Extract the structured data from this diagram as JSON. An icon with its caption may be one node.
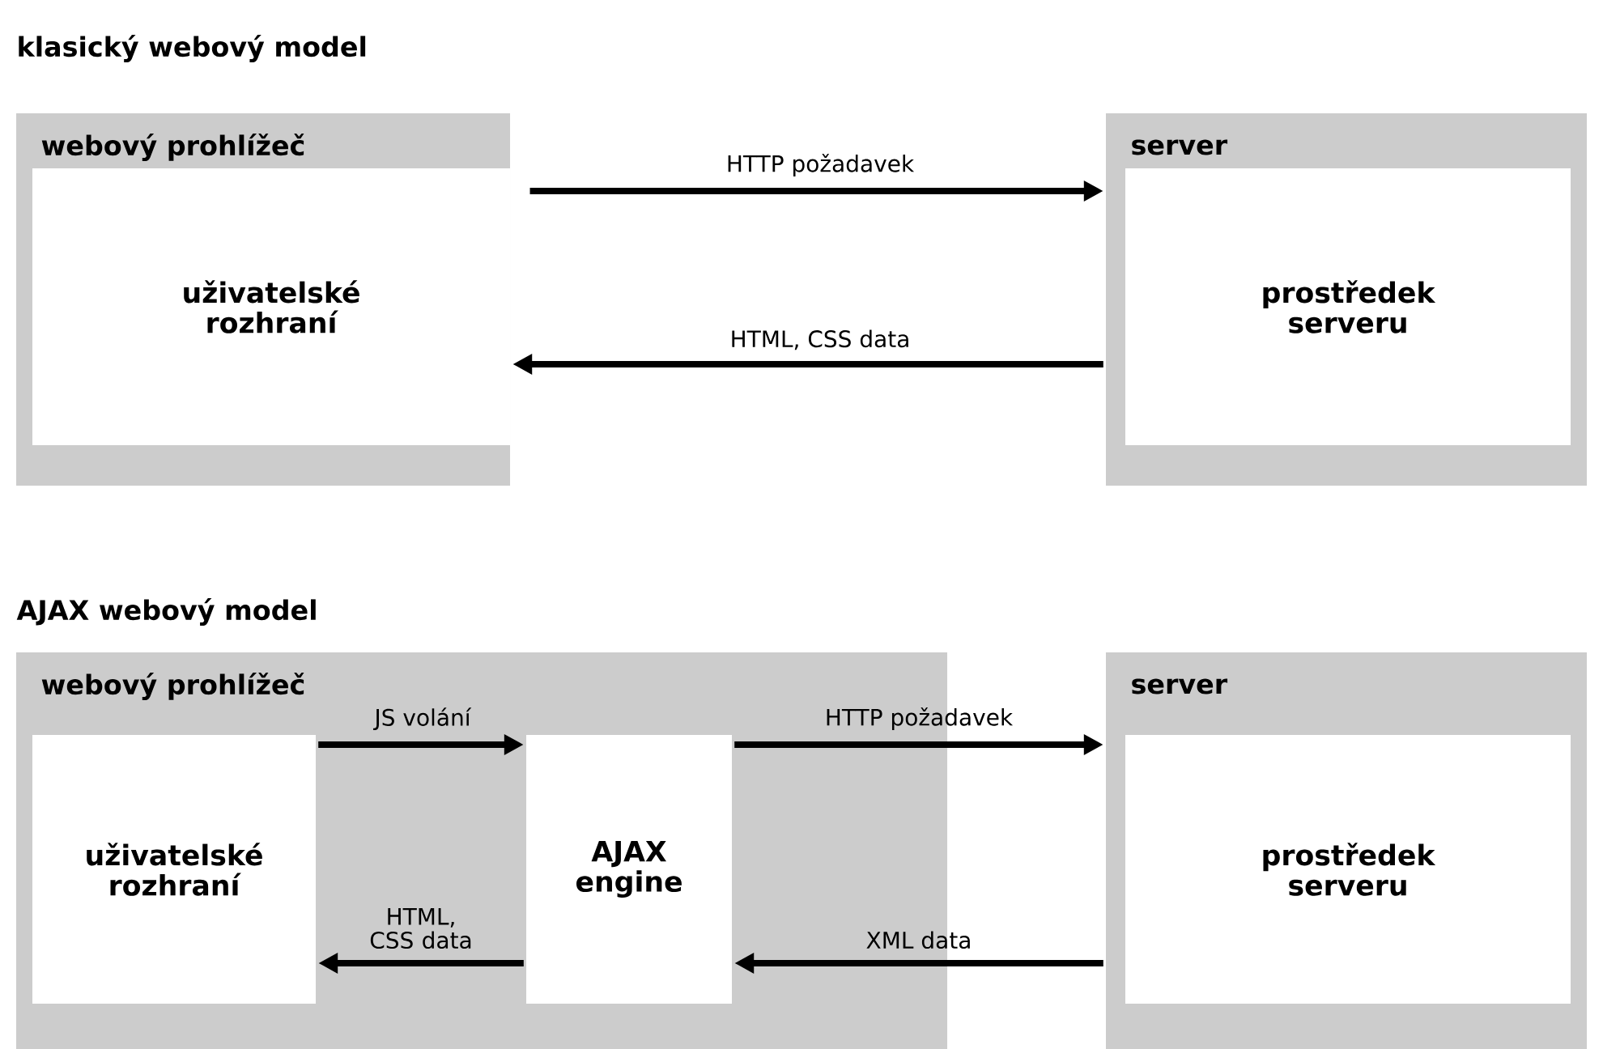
{
  "diagram": {
    "nodes": [
      {
        "text": [
          "webový prohlížeč"
        ]
      },
      {
        "text": [
          "uživatelské rozhraní"
        ],
        "in": 0
      },
      {
        "text": [
          "server"
        ]
      },
      {
        "text": [
          "prostředek serveru"
        ],
        "in": 2
      },
      {
        "text": [
          "webový prohlížeč"
        ]
      },
      {
        "text": [
          "uživatelské rozhraní"
        ],
        "in": 4
      },
      {
        "text": [
          "AJAX engine"
        ],
        "in": 4
      },
      {
        "text": [
          "server"
        ]
      },
      {
        "text": [
          "prostředek serveru"
        ],
        "in": 7
      }
    ],
    "edges": [
      {
        "from": 0,
        "to": 2,
        "arrow": "to",
        "label": "HTTP požadavek"
      },
      {
        "from": 2,
        "to": 0,
        "arrow": "to",
        "label": "HTML, CSS data"
      },
      {
        "from": 5,
        "to": 6,
        "arrow": "to",
        "label": "JS volání"
      },
      {
        "from": 6,
        "to": 5,
        "arrow": "to",
        "label": "HTML, CSS data"
      },
      {
        "from": 6,
        "to": 7,
        "arrow": "to",
        "label": "HTTP požadavek"
      },
      {
        "from": 7,
        "to": 6,
        "arrow": "to",
        "label": "XML data"
      }
    ],
    "labels": [
      "klasický webový model",
      "AJAX webový model"
    ]
  }
}
